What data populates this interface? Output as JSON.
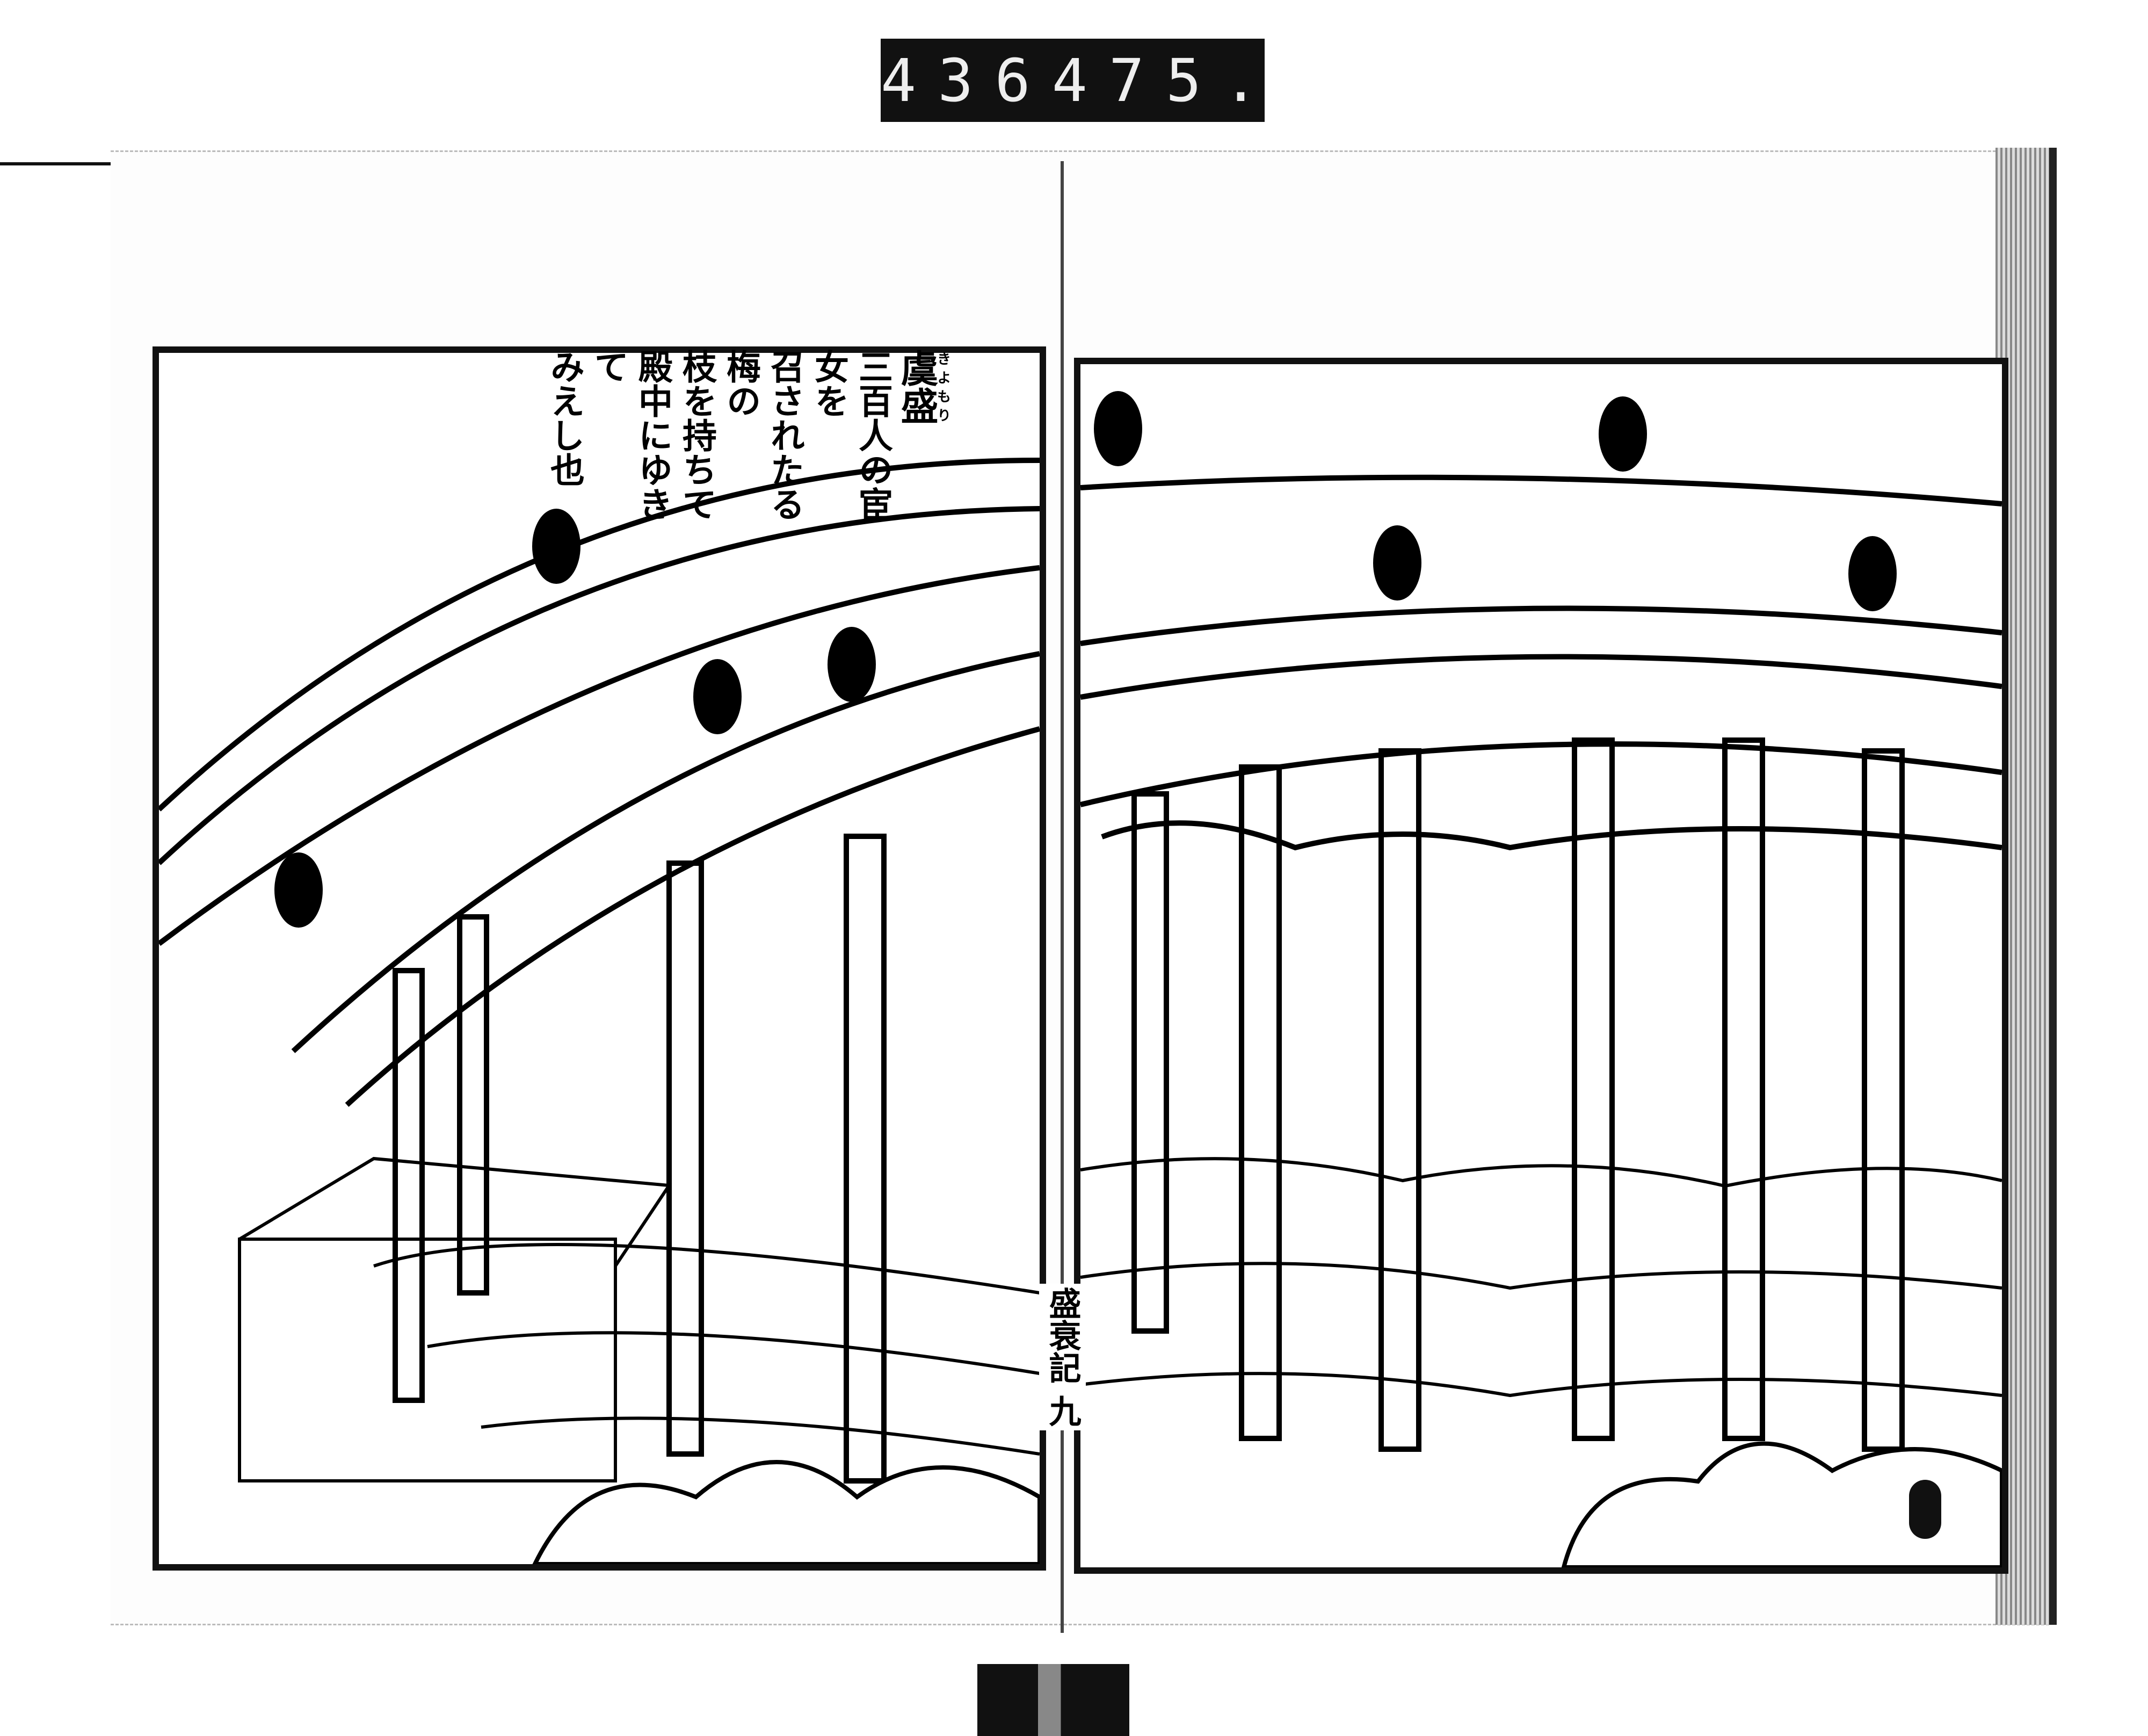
{
  "scan_label": {
    "left_number": "436",
    "right_number": "475."
  },
  "caption": {
    "title": "虞盛",
    "title_ruby": "きよもり",
    "lines": [
      "三百人の宦女を",
      "召されたる梅の",
      "枝を持ちて",
      "殿中にゆきて",
      "みえし也"
    ]
  },
  "gutter_text": "盛衰記 九"
}
